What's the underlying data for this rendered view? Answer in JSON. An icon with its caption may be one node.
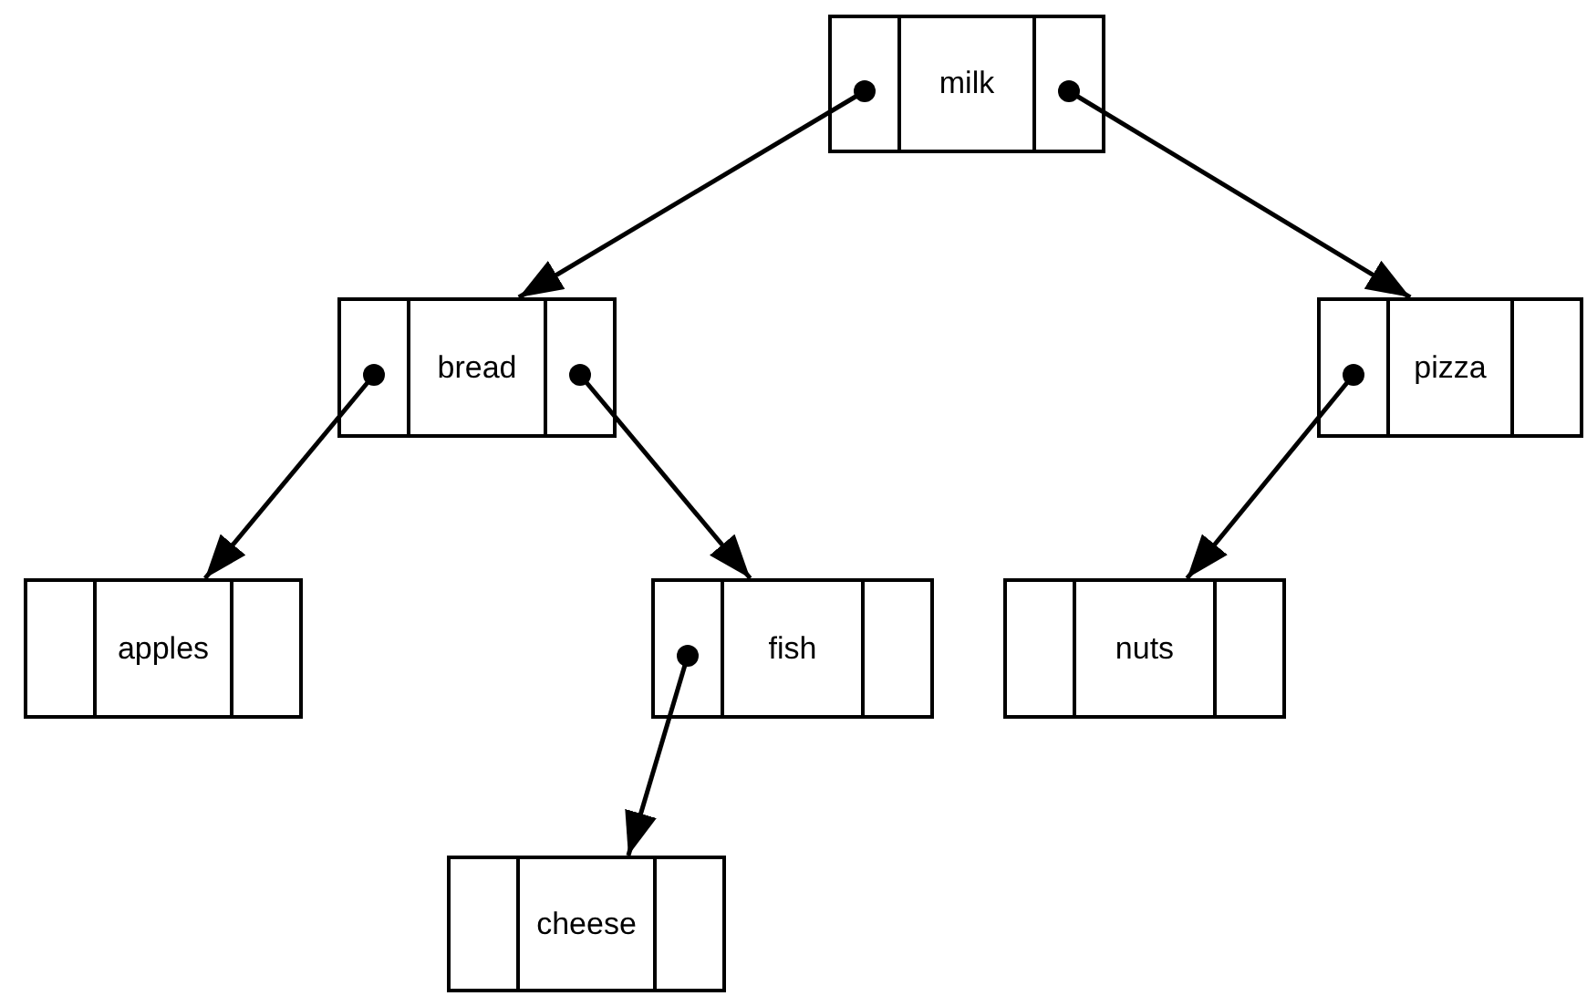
{
  "diagram": {
    "nodes": [
      {
        "text": [
          "milk"
        ]
      },
      {
        "text": [
          "bread"
        ]
      },
      {
        "text": [
          "pizza"
        ]
      },
      {
        "text": [
          "apples"
        ]
      },
      {
        "text": [
          "fish"
        ]
      },
      {
        "text": [
          "nuts"
        ]
      },
      {
        "text": [
          "cheese"
        ]
      }
    ],
    "edges": [
      {
        "from": 0,
        "to": 1,
        "arrow": "to"
      },
      {
        "from": 0,
        "to": 2,
        "arrow": "to"
      },
      {
        "from": 1,
        "to": 3,
        "arrow": "to"
      },
      {
        "from": 1,
        "to": 4,
        "arrow": "to"
      },
      {
        "from": 2,
        "to": 5,
        "arrow": "to"
      },
      {
        "from": 4,
        "to": 6,
        "arrow": "to"
      }
    ]
  }
}
